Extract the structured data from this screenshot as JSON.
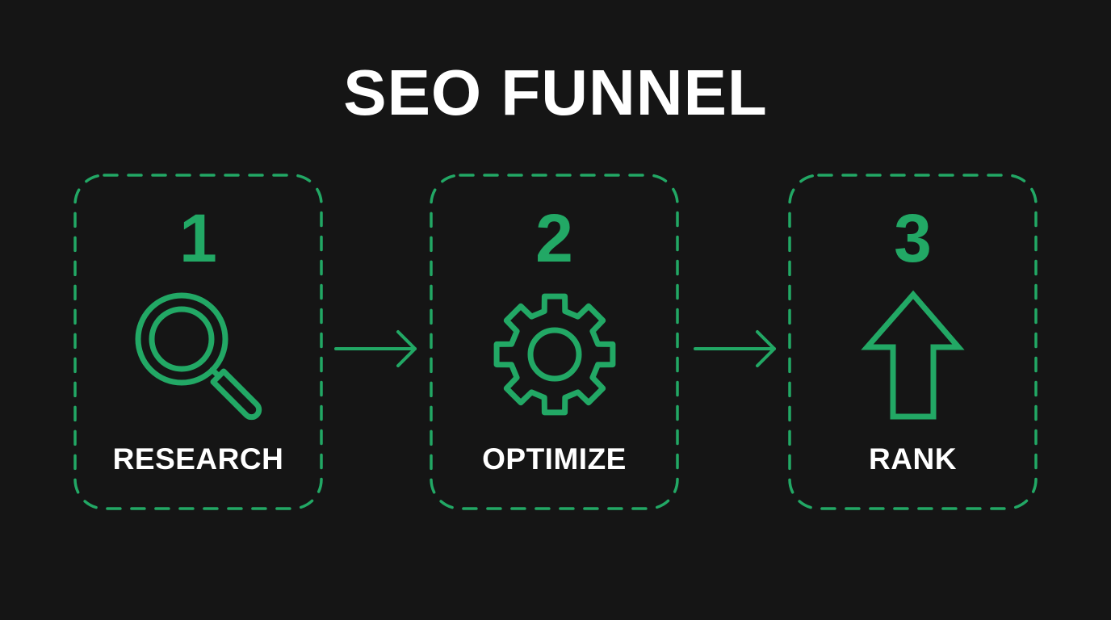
{
  "title": "SEO FUNNEL",
  "colors": {
    "background": "#151515",
    "accent": "#22a865",
    "text": "#ffffff"
  },
  "stages": [
    {
      "number": "1",
      "label": "RESEARCH",
      "icon": "magnifying-glass-icon"
    },
    {
      "number": "2",
      "label": "OPTIMIZE",
      "icon": "gear-icon"
    },
    {
      "number": "3",
      "label": "RANK",
      "icon": "arrow-up-icon"
    }
  ],
  "connectors": [
    {
      "from": "1",
      "to": "2",
      "icon": "arrow-right-icon"
    },
    {
      "from": "2",
      "to": "3",
      "icon": "arrow-right-icon"
    }
  ]
}
